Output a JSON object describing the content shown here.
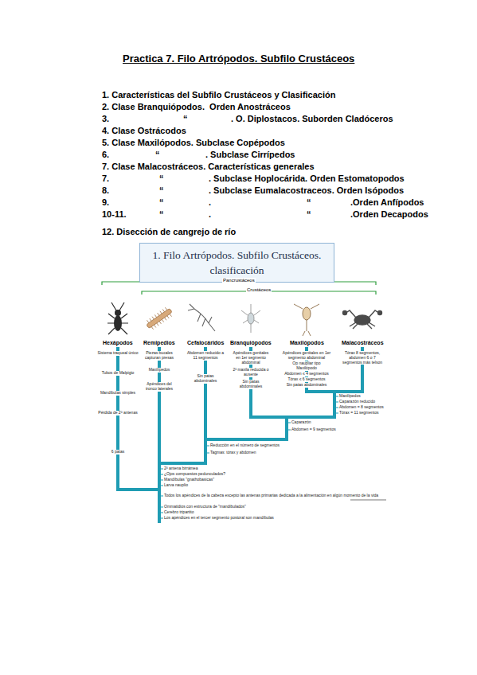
{
  "diagram": {
    "title": "Practica 7. Filo Artrópodos. Subfilo Crustáceos",
    "nodes": [
      {
        "text": [
          "1. Filo Artrópodos. Subfilo Crustáceos. clasificación"
        ]
      }
    ],
    "labels": [
      "1. Características del Subfilo Crustáceos y Clasificación",
      "2. Clase Branquiópodos.  Orden Anostráceos",
      "3.",
      "“",
      ". O. Diplostacos. Suborden Cladóceros",
      "4. Clase Ostrácodos",
      "5. Clase Maxilópodos. Subclase Copépodos",
      "6.",
      "“",
      ". Subclase Cirrípedos",
      "7. Clase Malacostráceos. Características generales",
      "7.",
      "“",
      ". Subclase Hoplocárida. Orden Estomatopodos",
      "8.",
      "“",
      ". Subclase Eumalacostraceos. Orden Isópodos",
      "9.",
      "“",
      ".",
      "“",
      ".Orden Anfípodos",
      "10-11.",
      "“",
      ".",
      "“",
      ".Orden Decapodos",
      "12. Disección de cangrejo de río",
      "Pancrustáceos",
      "Crustáceos",
      "Hexápodos",
      "Remipedios",
      "Cefalocáridos",
      "Branquiópodos",
      "Maxilópodos",
      "Malacostráceos",
      "Sistema traqueal único",
      "Tubos de Malpigio",
      "Mandíbulas simples",
      "Pérdida de 2ª antenas",
      "6 patas",
      "Piezas bucales capturan presas",
      "Maxilípedos",
      "Apéndices del tronco laterales",
      "Abdomen reducido a 11 segmentos",
      "Sin patas abdominales",
      "Apéndices genitales en 1er segmento abdominal",
      "2ª maxila reducida o ausente",
      "Sin patas abdominales",
      "Apéndices genitales en 1er segmento abdominal",
      "Op naupliar tipo Maxilópodo",
      "Abdomen ≤ 4 segmentos",
      "Tórax ≤ 6 segmentos",
      "Sin patas abdominales",
      "Tórax 8 segmentos, abdomen 6 o 7 segmentos más telson",
      "Maxilípedos",
      "Caparazón reducido",
      "Abdomen = 8 segmentos",
      "Tórax = 11 segmentos",
      "Caparazón",
      "Abdomen = 9 segmentos",
      "Reducción en el número de segmentos",
      "Tagmas: tórax y abdomen",
      "2ª antena birrámea",
      "¿Ojos compuestos pedunculados?",
      "Mandíbulas \"gnathobasicas\"",
      "Larva nauplio",
      "Todos los apéndices de la cabeza excepto las antenas primarias dedicada a la alimentación en algún momento de la vida",
      "Ommatidios con estructura de \"mandibulados\"",
      "Cerebro tripartito",
      "Los apéndices en el tercer segmento postoral son mandíbulas"
    ]
  }
}
